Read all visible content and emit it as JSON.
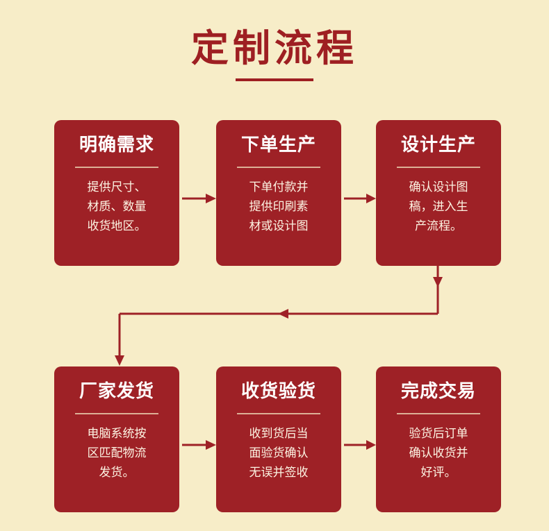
{
  "header": {
    "title": "定制流程",
    "accent_color": "#9e1f22",
    "background_color": "#f7edc8"
  },
  "flow": {
    "card_color": "#9e2126",
    "card_text_color": "#ffffff",
    "arrow_color": "#9e2126",
    "steps": [
      {
        "id": "step-1",
        "title": "明确需求",
        "body": "提供尺寸、\n材质、数量\n收货地区。"
      },
      {
        "id": "step-2",
        "title": "下单生产",
        "body": "下单付款并\n提供印刷素\n材或设计图"
      },
      {
        "id": "step-3",
        "title": "设计生产",
        "body": "确认设计图\n稿，进入生\n产流程。"
      },
      {
        "id": "step-4",
        "title": "厂家发货",
        "body": "电脑系统按\n区匹配物流\n发货。"
      },
      {
        "id": "step-5",
        "title": "收货验货",
        "body": "收到货后当\n面验货确认\n无误并签收"
      },
      {
        "id": "step-6",
        "title": "完成交易",
        "body": "验货后订单\n确认收货并\n好评。"
      }
    ]
  }
}
